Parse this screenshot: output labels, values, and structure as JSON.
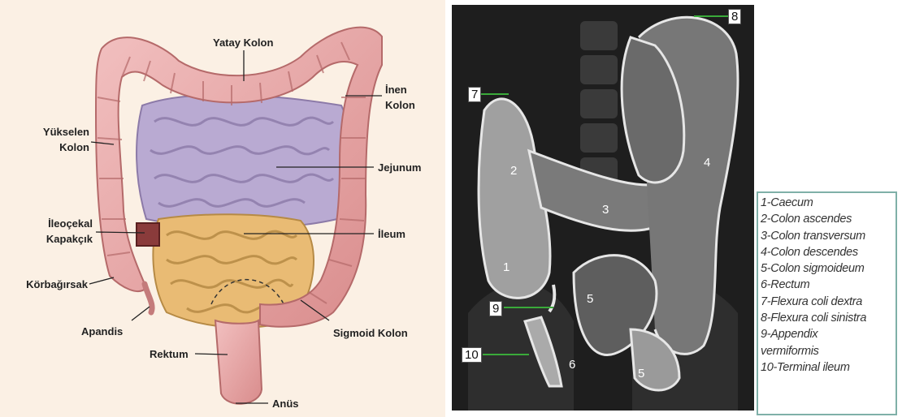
{
  "illustration": {
    "labels": {
      "yatay_kolon": "Yatay Kolon",
      "inen_kolon_1": "İnen",
      "inen_kolon_2": "Kolon",
      "yukselen_kolon_1": "Yükselen",
      "yukselen_kolon_2": "Kolon",
      "jejunum": "Jejunum",
      "ileocekal_1": "İleoçekal",
      "ileocekal_2": "Kapakçık",
      "ileum": "İleum",
      "korbagirsak": "Körbağırsak",
      "apandis": "Apandis",
      "sigmoid_kolon": "Sigmoid Kolon",
      "rektum": "Rektum",
      "anus": "Anüs"
    },
    "colors": {
      "colon": "#e8a8a8",
      "small_intestine": "#b8a8d0",
      "ileum": "#e8b870",
      "background": "#fbf0e4"
    }
  },
  "xray": {
    "numbers": [
      "1",
      "2",
      "3",
      "4",
      "5",
      "5",
      "6"
    ],
    "boxed": [
      "7",
      "8",
      "9",
      "10"
    ]
  },
  "legend": {
    "items": [
      "1-Caecum",
      "2-Colon ascendes",
      "3-Colon transversum",
      "4-Colon descendes",
      "5-Colon sigmoideum",
      "6-Rectum",
      "7-Flexura coli dextra",
      "8-Flexura coli sinistra",
      "9-Appendix",
      "vermiformis",
      "10-Terminal ileum"
    ]
  }
}
